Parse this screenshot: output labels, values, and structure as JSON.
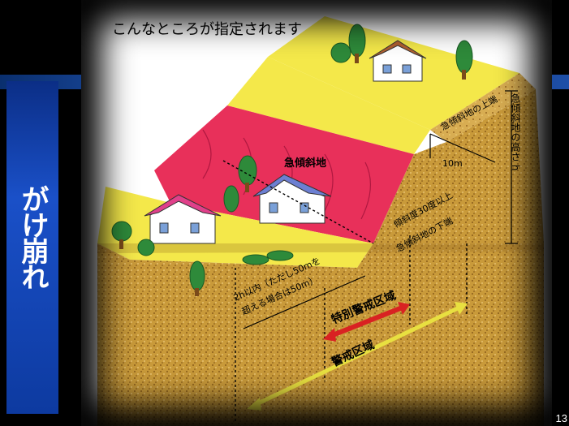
{
  "slide": {
    "side_title": "がけ崩れ",
    "caption": "こんなところが指定されます",
    "page_number": "13"
  },
  "diagram": {
    "steep_slope": "急傾斜地",
    "slope_top": "急傾斜地の上端",
    "slope_bottom": "急傾斜地の下端",
    "slope_height": "急傾斜地の高さ h",
    "top_distance": "10m",
    "slope_angle": "傾斜度30度以上",
    "toe_distance_line1": "2h以内（ただし50mを",
    "toe_distance_line2": "超える場合は50m）",
    "special_zone": "特別警戒区域",
    "warning_zone": "警戒区域"
  },
  "colors": {
    "warning_zone": "#f4e84a",
    "special_zone": "#e8305a",
    "special_arrow": "#d92222",
    "warning_arrow": "#e8e040",
    "soil": "#c99a3a"
  }
}
